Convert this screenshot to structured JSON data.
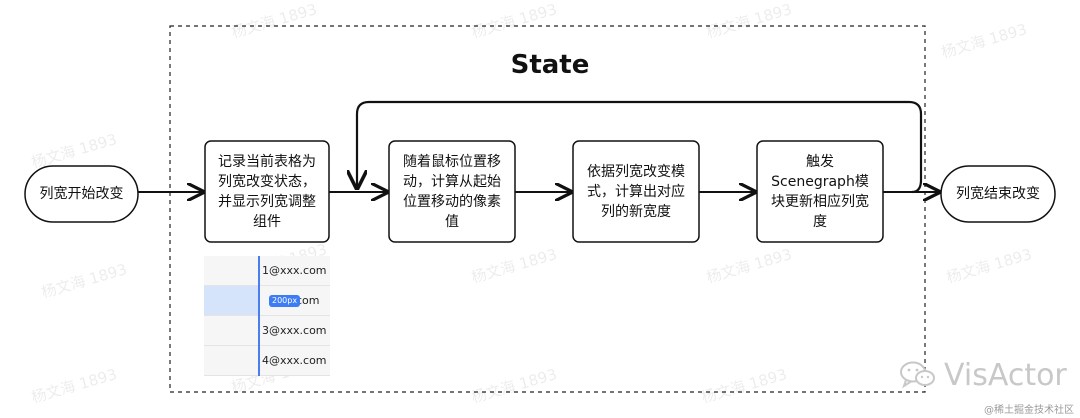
{
  "state_title": "State",
  "start_node": "列宽开始改变",
  "end_node": "列宽结束改变",
  "steps": [
    {
      "lines": [
        "记录当前表格为",
        "列宽改变状态，",
        "并显示列宽调整",
        "组件"
      ]
    },
    {
      "lines": [
        "随着鼠标位置移",
        "动，计算从起始",
        "位置移动的像素",
        "值"
      ]
    },
    {
      "lines": [
        "依据列宽改变模",
        "式，计算出对应",
        "列的新宽度"
      ]
    },
    {
      "lines": [
        "触发",
        "Scenegraph模",
        "块更新相应列宽",
        "度"
      ]
    }
  ],
  "preview": {
    "rows": [
      "1@xxx.com",
      "x.com",
      "3@xxx.com",
      "4@xxx.com"
    ],
    "badge": "200px"
  },
  "watermark": "杨文海 1893",
  "logo_text": "VisActor",
  "footer_note": "@稀土掘金技术社区"
}
